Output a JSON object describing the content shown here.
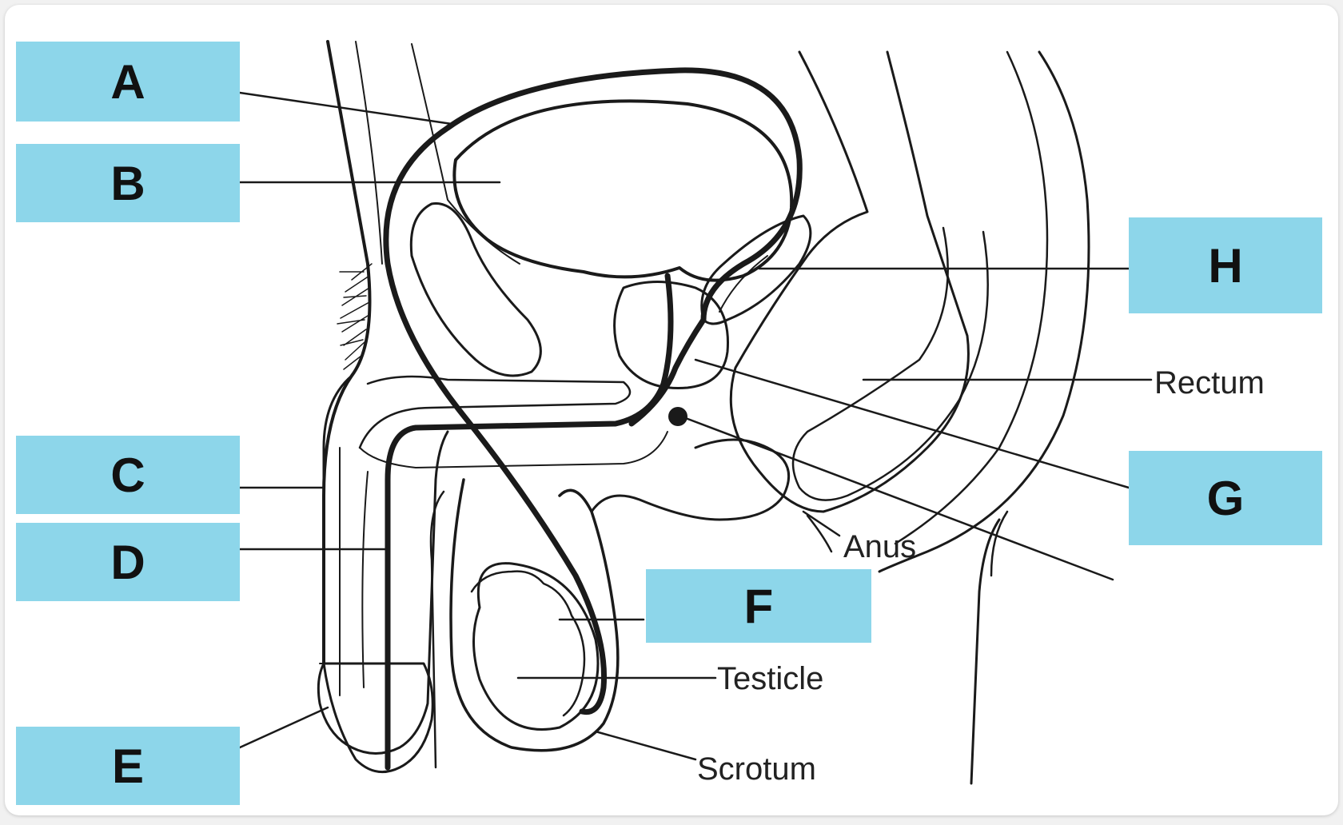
{
  "colors": {
    "label_fill": "#8DD6EA",
    "line": "#1a1a1a",
    "background": "#ffffff"
  },
  "labels": {
    "A": "A",
    "B": "B",
    "C": "C",
    "D": "D",
    "E": "E",
    "F": "F",
    "G": "G",
    "H": "H"
  },
  "named_structures": {
    "rectum": "Rectum",
    "anus": "Anus",
    "testicle": "Testicle",
    "scrotum": "Scrotum"
  }
}
